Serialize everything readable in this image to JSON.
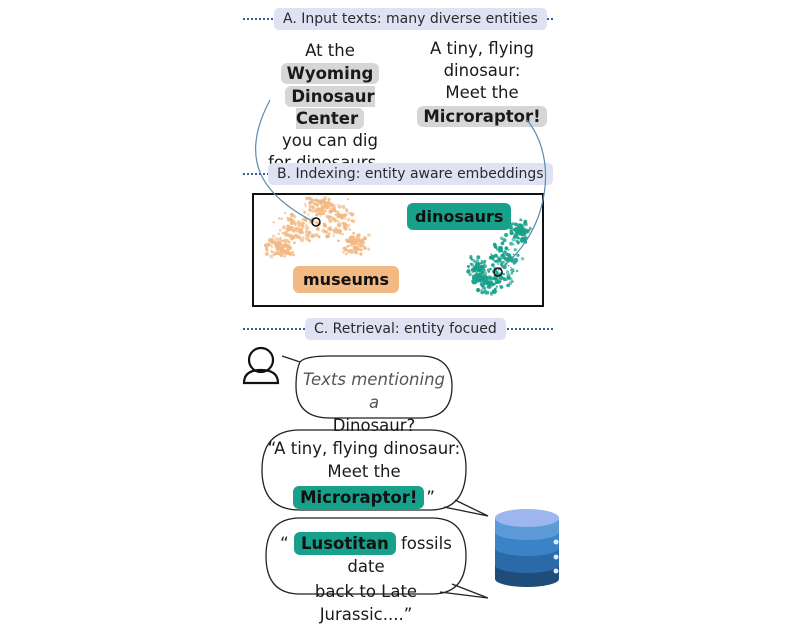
{
  "sections": {
    "a": "A. Input texts: many diverse entities",
    "b": "B. Indexing: entity aware embeddings",
    "c": "C. Retrieval: entity focued"
  },
  "input_left": {
    "line1": "At the",
    "entity1": "Wyoming",
    "entity2": "Dinosaur Center",
    "line3": "you can dig",
    "line4": "for dinosaurs..."
  },
  "input_right": {
    "line1": "A tiny, flying",
    "line2": "dinosaur:",
    "line3": "Meet the",
    "entity": "Microraptor!"
  },
  "clusters": {
    "left": "museums",
    "right": "dinosaurs",
    "colors": {
      "orange": "#f2b983",
      "teal": "#17a08a"
    }
  },
  "query": {
    "line1": "Texts mentioning a",
    "line2": "Dinosaur?"
  },
  "result1": {
    "line1": "“A tiny, flying dinosaur:",
    "line2": "Meet the",
    "entity": "Microraptor!",
    "close": "”"
  },
  "result2": {
    "open": "“",
    "entity": "Lusotitan",
    "line1_rest": "fossils date",
    "line2": "back to Late Jurassic....”"
  },
  "icons": [
    "user-icon",
    "database-icon"
  ]
}
